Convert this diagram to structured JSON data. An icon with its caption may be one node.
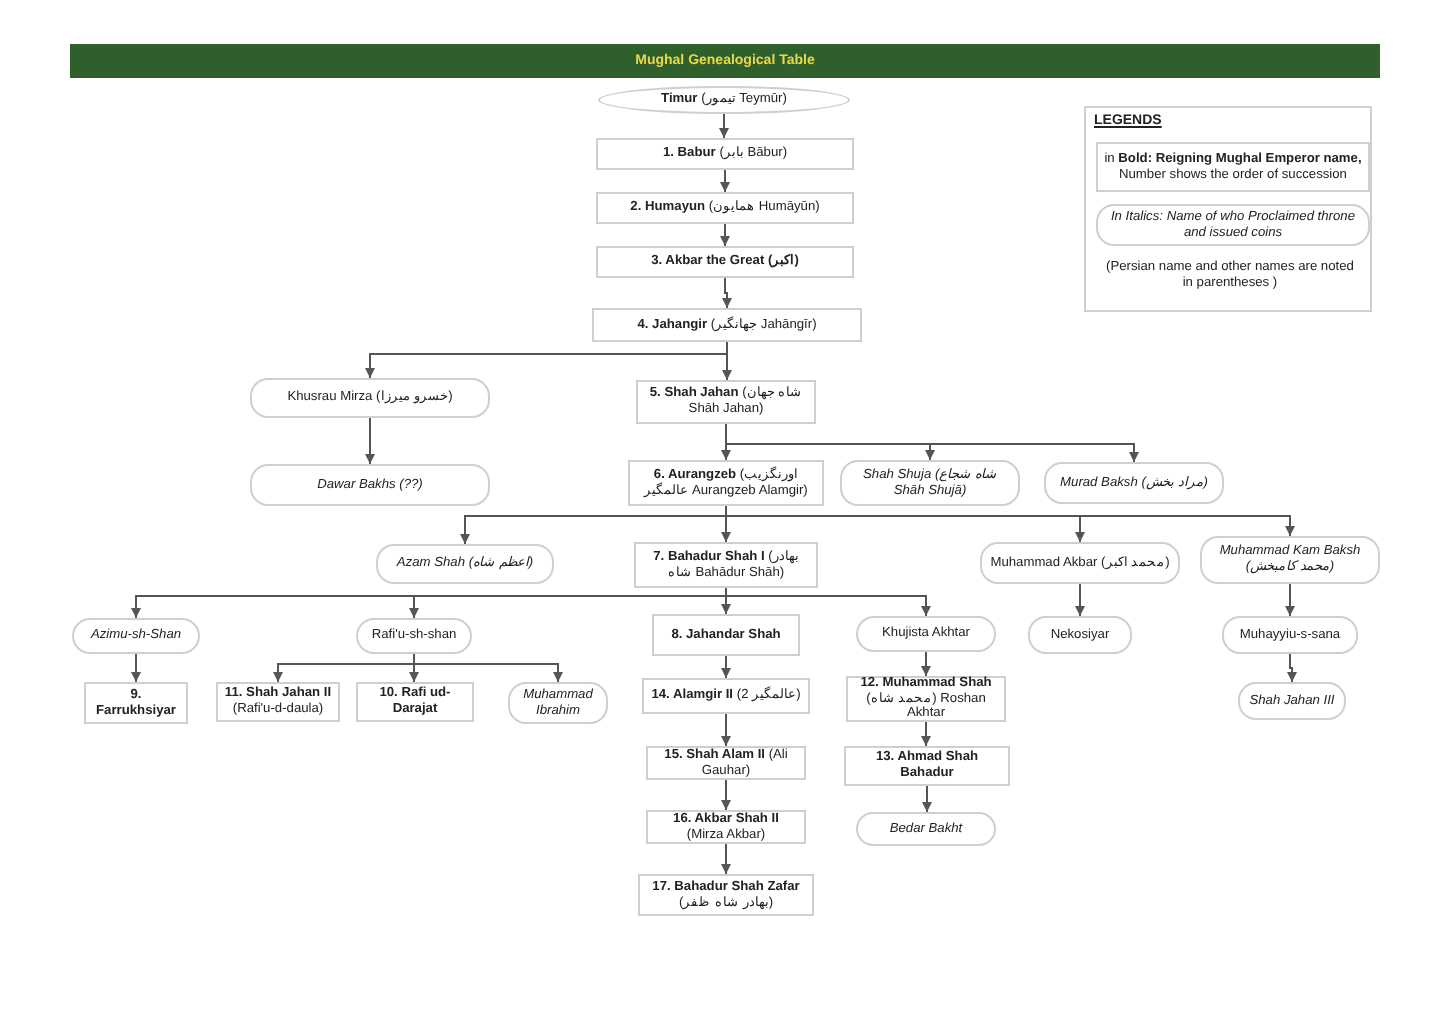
{
  "diagram": {
    "title": "Mughal Genealogical Table",
    "nodes": [
      {
        "text": [
          "**Timur** (تیمور Teymūr)"
        ]
      },
      {
        "text": [
          "**1. Babur** (بابر Bābur)"
        ]
      },
      {
        "text": [
          "**2. Humayun** (همایون Humāyūn)"
        ]
      },
      {
        "text": [
          "3. Akbar the Great (اکبر)"
        ]
      },
      {
        "text": [
          "**4. Jahangir** (جهانگیر Jahāngīr)"
        ]
      },
      {
        "text": [
          "Khusrau Mirza (خسرو میرزا)"
        ]
      },
      {
        "text": [
          "**5. Shah Jahan** (شاه جهان Shāh Jahan)"
        ]
      },
      {
        "text": [
          "Dawar Bakhs (??)"
        ]
      },
      {
        "text": [
          "**6. Aurangzeb** (اورنگزیب عالمگیر Aurangzeb Alamgir)"
        ]
      },
      {
        "text": [
          "Shah Shuja (شاه شجاع Shāh Shujā)"
        ]
      },
      {
        "text": [
          "Murad Baksh (مراد بخش)"
        ]
      },
      {
        "text": [
          "Azam Shah (اعظم شاه)"
        ]
      },
      {
        "text": [
          "**7. Bahadur Shah I** (بهادر شاه Bahādur Shāh)"
        ]
      },
      {
        "text": [
          "Muhammad Akbar (محمد اکبر)"
        ]
      },
      {
        "text": [
          "Muhammad Kam Baksh (محمد کامبخش)"
        ]
      },
      {
        "text": [
          "Azimu-sh-Shan"
        ]
      },
      {
        "text": [
          "Rafi'u-sh-shan"
        ]
      },
      {
        "text": [
          "8. Jahandar Shah"
        ]
      },
      {
        "text": [
          "Khujista Akhtar"
        ]
      },
      {
        "text": [
          "Nekosiyar"
        ]
      },
      {
        "text": [
          "Muhayyiu-s-sana"
        ]
      },
      {
        "text": [
          "9. Farrukhsiyar"
        ]
      },
      {
        "text": [
          "**11. Shah Jahan II** (Rafi'u-d-daula)"
        ]
      },
      {
        "text": [
          "10. Rafi ud-Darajat"
        ]
      },
      {
        "text": [
          "Muhammad Ibrahim"
        ]
      },
      {
        "text": [
          "**14. Alamgir II** (عالمگیر 2)"
        ]
      },
      {
        "text": [
          "**12. Muhammad Shah** (محمد شاه) Roshan Akhtar"
        ]
      },
      {
        "text": [
          "Shah Jahan III"
        ]
      },
      {
        "text": [
          "**15. Shah Alam II** (Ali Gauhar)"
        ]
      },
      {
        "text": [
          "13. Ahmad Shah Bahadur"
        ]
      },
      {
        "text": [
          "**16. Akbar Shah II** (Mirza Akbar)"
        ]
      },
      {
        "text": [
          "Bedar Bakht"
        ]
      },
      {
        "text": [
          "**17. Bahadur Shah Zafar** (بهادر شاه ظفر)"
        ]
      },
      {
        "text": [
          "LEGENDS",
          "(Persian name and other names are noted in parentheses )"
        ]
      },
      {
        "text": [
          "in **Bold: Reigning Mughal Emperor name,** Number shows the order of succession"
        ],
        "in": 33
      },
      {
        "text": [
          "In Italics: Name of who Proclaimed throne and issued coins"
        ],
        "in": 33
      }
    ],
    "edges": [
      {
        "from": 0,
        "to": 1,
        "arrow": "to"
      },
      {
        "from": 1,
        "to": 2,
        "arrow": "to"
      },
      {
        "from": 2,
        "to": 3,
        "arrow": "to"
      },
      {
        "from": 3,
        "to": 4,
        "arrow": "to"
      },
      {
        "from": 4,
        "to": 5,
        "arrow": "to"
      },
      {
        "from": 4,
        "to": 6,
        "arrow": "to"
      },
      {
        "from": 5,
        "to": 7,
        "arrow": "to"
      },
      {
        "from": 6,
        "to": 8,
        "arrow": "to"
      },
      {
        "from": 6,
        "to": 9,
        "arrow": "to"
      },
      {
        "from": 6,
        "to": 10,
        "arrow": "to"
      },
      {
        "from": 8,
        "to": 11,
        "arrow": "to"
      },
      {
        "from": 8,
        "to": 12,
        "arrow": "to"
      },
      {
        "from": 8,
        "to": 13,
        "arrow": "to"
      },
      {
        "from": 8,
        "to": 14,
        "arrow": "to"
      },
      {
        "from": 12,
        "to": 15,
        "arrow": "to"
      },
      {
        "from": 12,
        "to": 16,
        "arrow": "to"
      },
      {
        "from": 12,
        "to": 17,
        "arrow": "to"
      },
      {
        "from": 12,
        "to": 18,
        "arrow": "to"
      },
      {
        "from": 13,
        "to": 19,
        "arrow": "to"
      },
      {
        "from": 14,
        "to": 20,
        "arrow": "to"
      },
      {
        "from": 15,
        "to": 21,
        "arrow": "to"
      },
      {
        "from": 16,
        "to": 22,
        "arrow": "to"
      },
      {
        "from": 16,
        "to": 23,
        "arrow": "to"
      },
      {
        "from": 16,
        "to": 24,
        "arrow": "to"
      },
      {
        "from": 17,
        "to": 25,
        "arrow": "to"
      },
      {
        "from": 18,
        "to": 26,
        "arrow": "to"
      },
      {
        "from": 20,
        "to": 27,
        "arrow": "to"
      },
      {
        "from": 25,
        "to": 28,
        "arrow": "to"
      },
      {
        "from": 26,
        "to": 29,
        "arrow": "to"
      },
      {
        "from": 28,
        "to": 30,
        "arrow": "to"
      },
      {
        "from": 29,
        "to": 31,
        "arrow": "to"
      },
      {
        "from": 30,
        "to": 32,
        "arrow": "to"
      }
    ]
  }
}
